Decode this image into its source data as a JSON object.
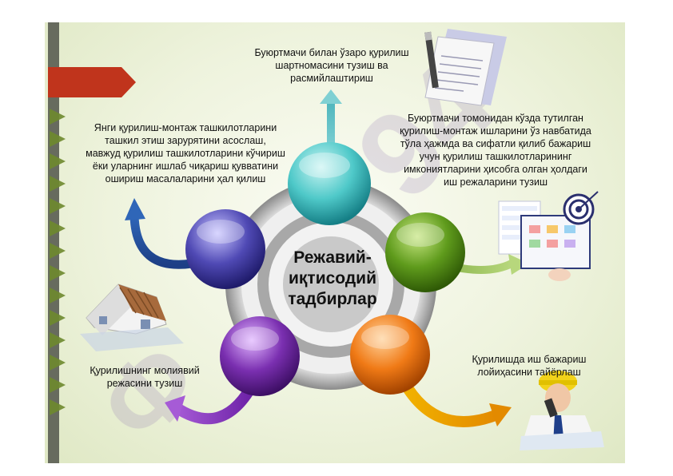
{
  "center_title": "Режавий-\nиқтисодий\nтадбирлар",
  "items": {
    "top": "Буюртмачи билан ўзаро қурилиш\nшартномасини тузиш ва\nрасмийлаштириш",
    "right": "Буюртмачи томонидан кўзда тутилган\nқурилиш-монтаж  ишларини ўз навбатида\nтўла ҳажмда ва сифатли қилиб  бажариш\nучун  қурилиш ташкилотларининг\nимкониятларини ҳисобга олган ҳолдаги\nиш режаларини тузиш",
    "left": "Янги қурилиш-монтаж ташкилотларини\nташкил этиш зарурятини асослаш,\nмавжуд қурилиш ташкилотларини кўчириш\nёки уларнинг ишлаб чиқариш қувватини\nошириш масалаларини ҳал қилиш",
    "bottom_left": "Қурилишнинг молиявий\nрежасини тузиш",
    "bottom_right": "Қурилишда иш бажариш\nлойиҳасини тайёрлаш"
  },
  "colors": {
    "top_node": "#4fc9c9",
    "right_node": "#5f9b1c",
    "bottom_right_node": "#f07a16",
    "bottom_left_node": "#7a2fb0",
    "left_node": "#4f49b4",
    "accent_red": "#c0341c",
    "sidebar_gray": "#676b5e"
  },
  "icons": [
    "contract-document-icon",
    "dashboard-analytics-icon",
    "target-icon",
    "house-construction-icon",
    "engineer-icon"
  ]
}
